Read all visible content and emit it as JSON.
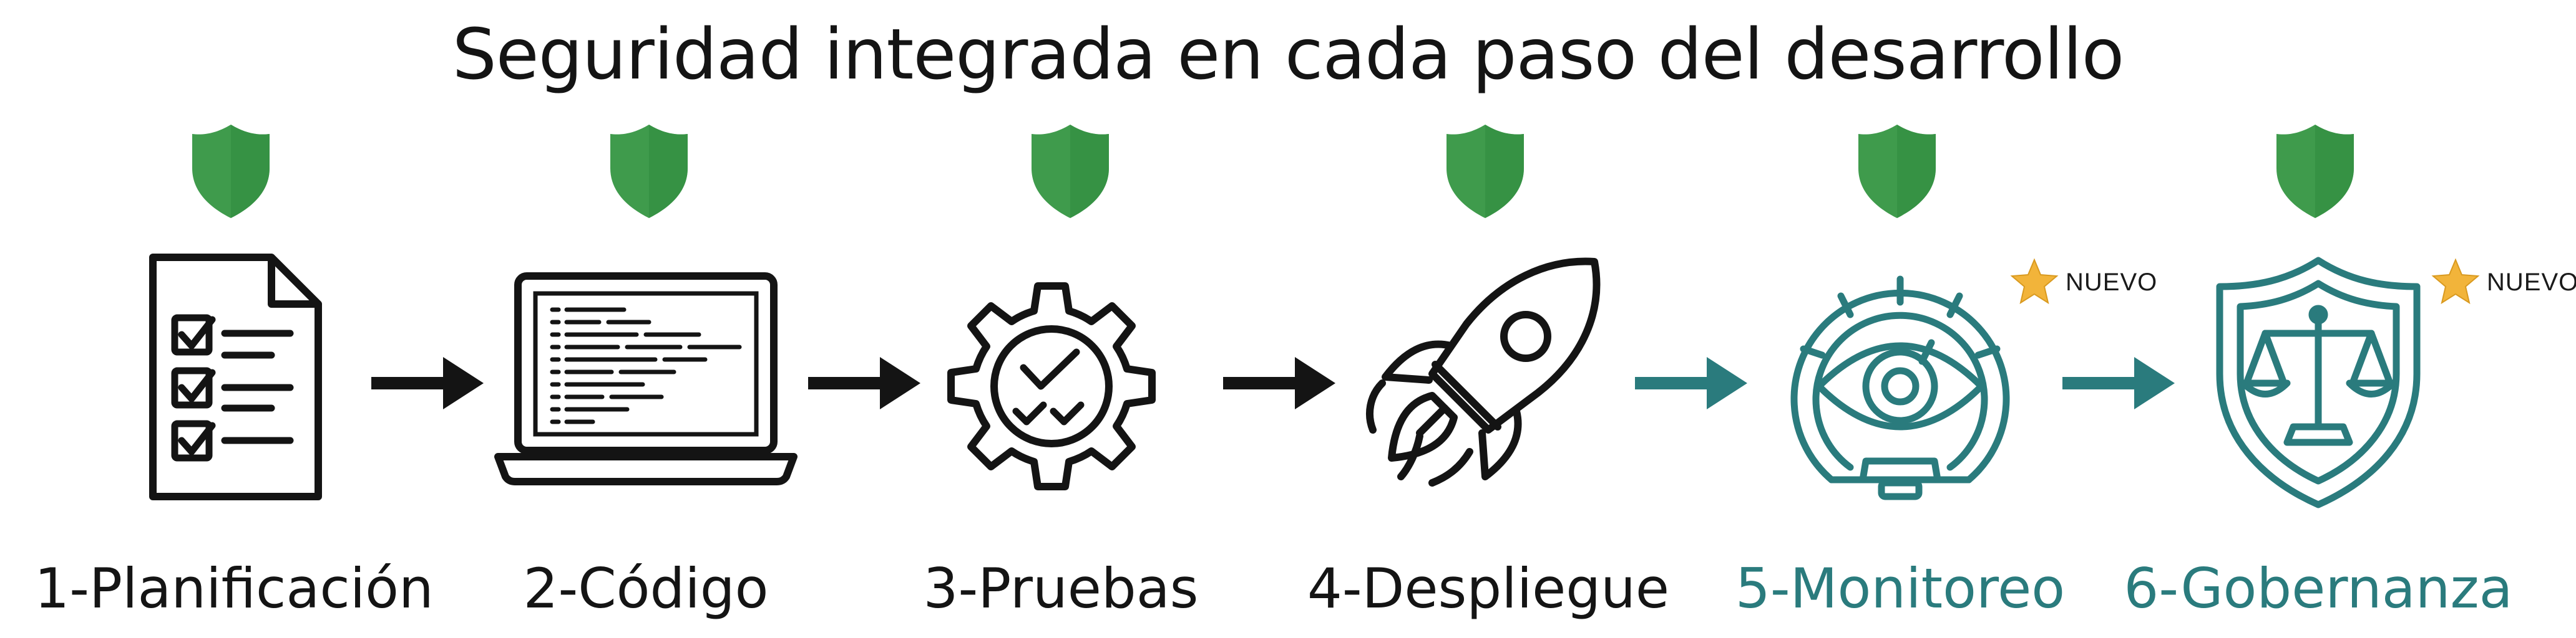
{
  "title": "Seguridad integrada en cada paso del desarrollo",
  "colors": {
    "shield": "#3f9b4c",
    "dark": "#141414",
    "teal": "#2a7b7d",
    "star": "#f2b43a"
  },
  "steps": [
    {
      "label": "1-Planificación",
      "icon": "checklist-document-icon",
      "badge": ""
    },
    {
      "label": "2-Código",
      "icon": "laptop-code-icon",
      "badge": ""
    },
    {
      "label": "3-Pruebas",
      "icon": "gear-checkmarks-icon",
      "badge": ""
    },
    {
      "label": "4-Despliegue",
      "icon": "rocket-icon",
      "badge": ""
    },
    {
      "label": "5-Monitoreo",
      "icon": "eye-monitoring-icon",
      "badge": "NUEVO"
    },
    {
      "label": "6-Gobernanza",
      "icon": "shield-scales-icon",
      "badge": "NUEVO"
    }
  ]
}
